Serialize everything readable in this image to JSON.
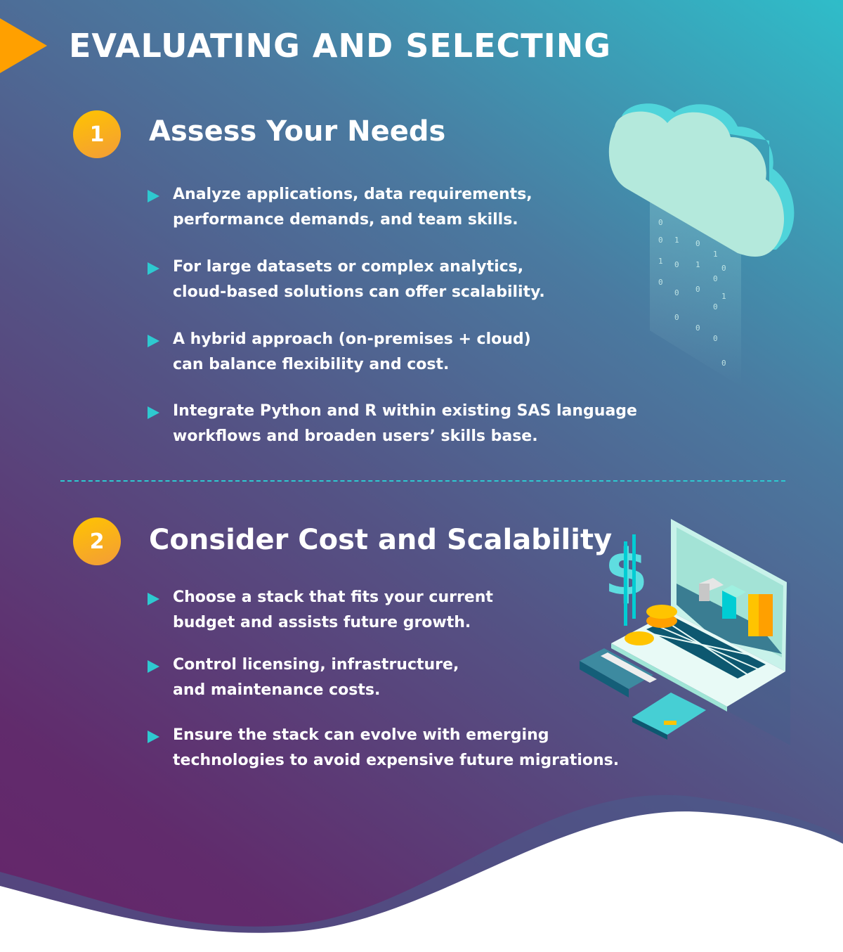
{
  "title": "EVALUATING AND SELECTING",
  "sections": [
    {
      "number": "1",
      "heading": "Assess Your Needs",
      "bullets": [
        [
          "Analyze applications, data requirements,",
          "performance demands, and team skills."
        ],
        [
          "For large datasets or complex analytics,",
          "cloud-based solutions can offer scalability."
        ],
        [
          "A hybrid approach (on-premises + cloud)",
          "can balance flexibility and cost."
        ],
        [
          "Integrate Python and R within existing SAS language",
          "workflows and broaden users’ skills base."
        ]
      ]
    },
    {
      "number": "2",
      "heading": "Consider Cost and Scalability",
      "bullets": [
        [
          "Choose a stack that fits your current",
          "budget and assists future growth."
        ],
        [
          "Control licensing, infrastructure,",
          "and maintenance costs."
        ],
        [
          "Ensure the stack can evolve with emerging",
          "technologies to avoid expensive future migrations."
        ]
      ]
    }
  ],
  "colors": {
    "accent_orange": "#ffa000",
    "accent_teal": "#2ec9d0",
    "badge": "#ffc400"
  },
  "icons": [
    "play-triangle-icon",
    "cloud-data-icon",
    "laptop-finance-icon"
  ]
}
